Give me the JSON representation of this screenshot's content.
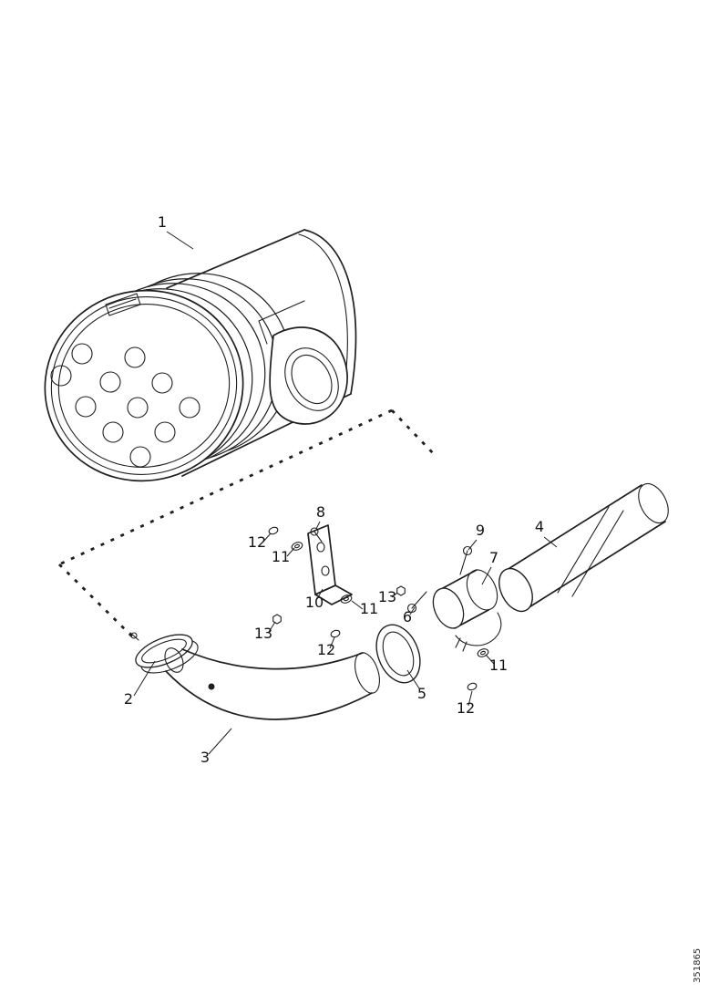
{
  "diagram": {
    "figure_code": "351865",
    "colors": {
      "line": "#1f1f1f",
      "background": "#ffffff"
    },
    "callouts": [
      {
        "label": "1"
      },
      {
        "label": "2"
      },
      {
        "label": "3"
      },
      {
        "label": "4"
      },
      {
        "label": "5"
      },
      {
        "label": "6"
      },
      {
        "label": "7"
      },
      {
        "label": "8"
      },
      {
        "label": "9"
      },
      {
        "label": "10"
      },
      {
        "label": "11"
      },
      {
        "label": "11"
      },
      {
        "label": "11"
      },
      {
        "label": "12"
      },
      {
        "label": "12"
      },
      {
        "label": "12"
      },
      {
        "label": "13"
      },
      {
        "label": "13"
      }
    ]
  }
}
